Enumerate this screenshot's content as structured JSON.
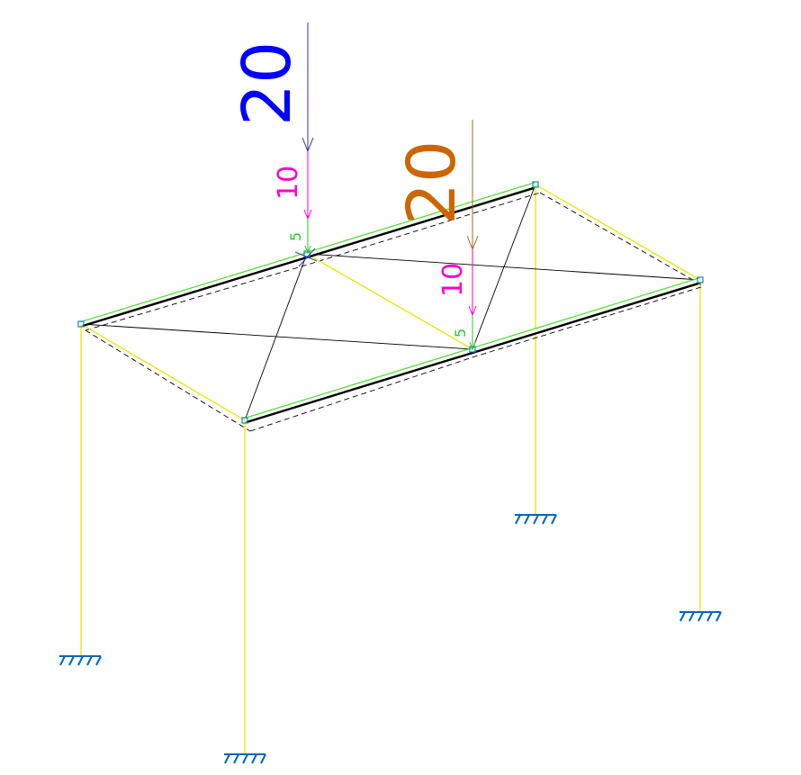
{
  "colors": {
    "column": "#e6e600",
    "beam_outline": "#55dd33",
    "beam_core": "#000000",
    "bracing": "#000000",
    "deformed": "#000000",
    "support": "#0066bb",
    "node": "#1a7fd0",
    "load_blue": "#0000ff",
    "load_orange": "#cc6600",
    "load_magenta": "#ff00cc",
    "load_green": "#22cc22",
    "arrow_blue": "#333399",
    "arrow_orange": "#aa6622"
  },
  "icons": {
    "support": "fixed-support-icon",
    "node": "node-marker-icon"
  },
  "loads": [
    {
      "id": "load-a",
      "components": [
        {
          "series": "blue",
          "value": "20"
        },
        {
          "series": "magenta",
          "value": "10"
        },
        {
          "series": "green",
          "value": "5"
        }
      ]
    },
    {
      "id": "load-b",
      "components": [
        {
          "series": "orange",
          "value": "20"
        },
        {
          "series": "magenta",
          "value": "10"
        },
        {
          "series": "green",
          "value": "5"
        }
      ]
    }
  ]
}
